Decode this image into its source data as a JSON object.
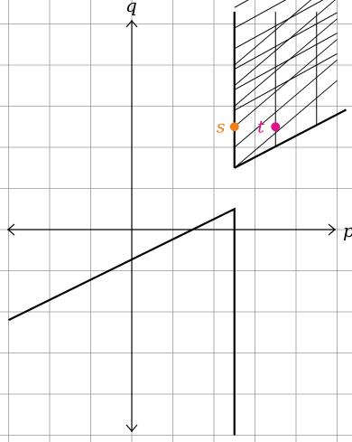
{
  "axes": {
    "x_label": "p",
    "y_label": "q",
    "x_range": [
      -3,
      5
    ],
    "y_range": [
      -5,
      5
    ],
    "grid": true
  },
  "points": [
    {
      "label": "s",
      "x": 2.5,
      "y": 2.5,
      "color": "#f07f1a"
    },
    {
      "label": "t",
      "x": 3.5,
      "y": 2.5,
      "color": "#e0118a"
    }
  ],
  "lower_curve": [
    [
      -3.0,
      -2.2
    ],
    [
      2.5,
      0.5
    ],
    [
      2.5,
      -5.0
    ]
  ],
  "upper_region": {
    "left_edge_x": 2.5,
    "bottom_edge": [
      [
        2.5,
        1.5
      ],
      [
        5.0,
        2.8
      ]
    ],
    "hatch_style": "diagonal"
  },
  "colors": {
    "line": "#000000",
    "grid": "#9a9a9a"
  }
}
